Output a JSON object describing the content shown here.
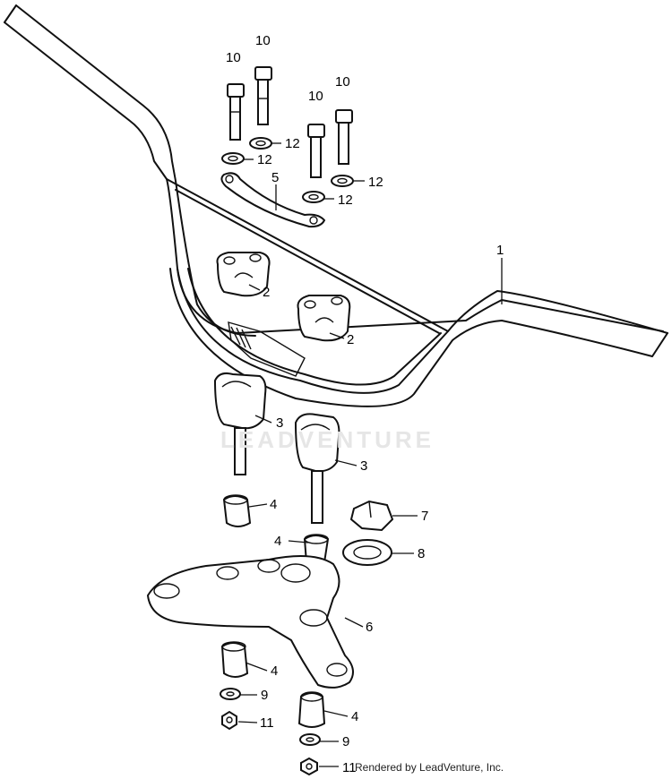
{
  "callouts": {
    "c1": "1",
    "c2a": "2",
    "c2b": "2",
    "c3a": "3",
    "c3b": "3",
    "c4a": "4",
    "c4b": "4",
    "c4c": "4",
    "c4d": "4",
    "c5": "5",
    "c6": "6",
    "c7": "7",
    "c8": "8",
    "c9a": "9",
    "c9b": "9",
    "c10a": "10",
    "c10b": "10",
    "c10c": "10",
    "c10d": "10",
    "c11a": "11",
    "c11b": "11",
    "c12a": "12",
    "c12b": "12",
    "c12c": "12",
    "c12d": "12"
  },
  "watermark": "LEADVENTURE",
  "credit": "Rendered by LeadVenture, Inc."
}
